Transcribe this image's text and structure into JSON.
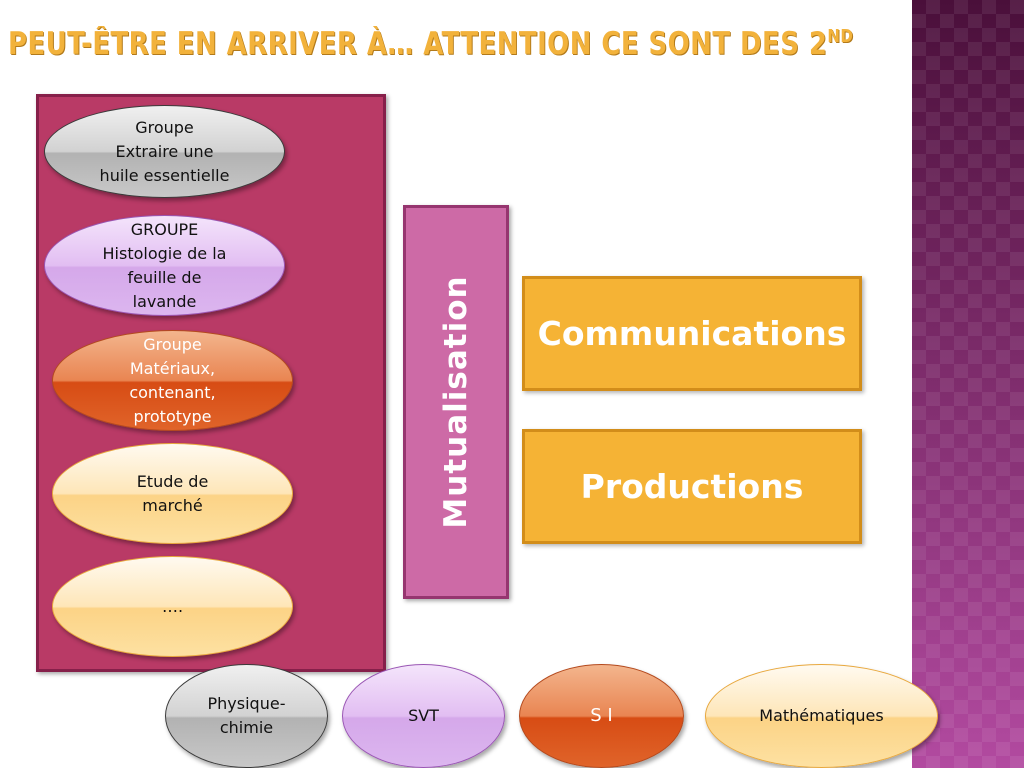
{
  "title": {
    "main": "Peut-être en arriver à… Attention ce sont des 2",
    "sup": "nd"
  },
  "groups": [
    {
      "label": "Groupe\nExtraire une\nhuile essentielle",
      "style": "gray"
    },
    {
      "label": "GROUPE\nHistologie de la\nfeuille de\nlavande",
      "style": "violet"
    },
    {
      "label": "Groupe\nMatériaux,\ncontenant,\nprototype",
      "style": "orange"
    },
    {
      "label": "Etude de\nmarché",
      "style": "yellow"
    },
    {
      "label": "….",
      "style": "yellow"
    }
  ],
  "mutualisation": "Mutualisation",
  "outputs": [
    "Communications",
    "Productions"
  ],
  "disciplines": [
    {
      "label": "Physique-\nchimie",
      "style": "gray"
    },
    {
      "label": "SVT",
      "style": "violet"
    },
    {
      "label": "S I",
      "style": "orange"
    },
    {
      "label": "Mathématiques",
      "style": "yellow"
    }
  ],
  "colors": {
    "title": "#f2b23b",
    "left_panel": "#b93a66",
    "mutualisation": "#cd6aa6",
    "output_boxes": "#f5b335",
    "side_band": "#6a2254"
  }
}
